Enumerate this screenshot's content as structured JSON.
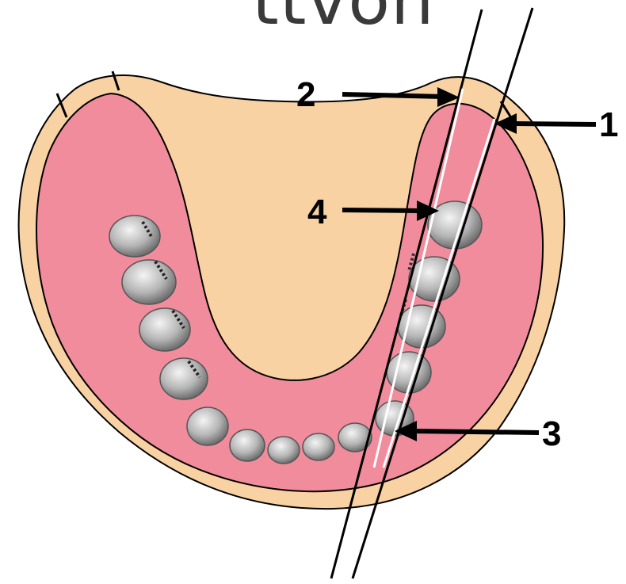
{
  "slide": {
    "title": "ttvon"
  },
  "diagram": {
    "callouts": [
      {
        "id": "1",
        "label": "1"
      },
      {
        "id": "2",
        "label": "2"
      },
      {
        "id": "3",
        "label": "3"
      },
      {
        "id": "4",
        "label": "4"
      }
    ],
    "colors": {
      "base": "#F9D2A4",
      "gum": "#F08C9C",
      "outline": "#000000",
      "tooth_light": "#E0E0E0",
      "tooth_dark": "#8A8A8A",
      "guide_white": "#FFFFFF"
    },
    "icons": {
      "teeth": "molar-tooth-icon",
      "arrows": "arrow-icon"
    }
  }
}
